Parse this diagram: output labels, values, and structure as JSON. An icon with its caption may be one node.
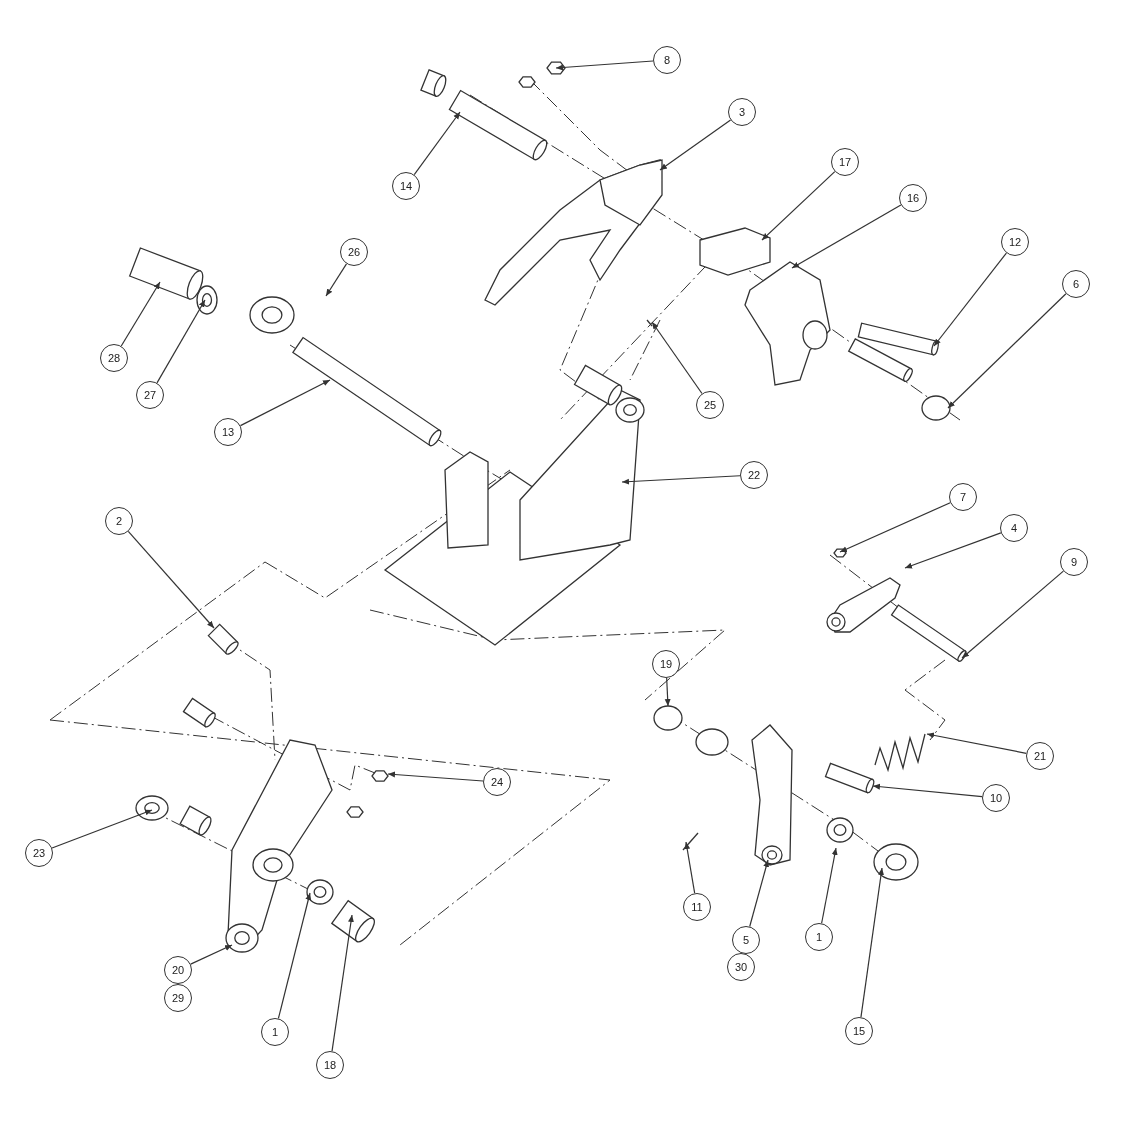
{
  "diagram": {
    "nodes": [
      {
        "text": [
          "8"
        ]
      },
      {
        "text": [
          "3"
        ]
      },
      {
        "text": [
          "14"
        ]
      },
      {
        "text": [
          "17"
        ]
      },
      {
        "text": [
          "16"
        ]
      },
      {
        "text": [
          "26"
        ]
      },
      {
        "text": [
          "12"
        ]
      },
      {
        "text": [
          "6"
        ]
      },
      {
        "text": [
          "28"
        ]
      },
      {
        "text": [
          "25"
        ]
      },
      {
        "text": [
          "27"
        ]
      },
      {
        "text": [
          "13"
        ]
      },
      {
        "text": [
          "22"
        ]
      },
      {
        "text": [
          "7"
        ]
      },
      {
        "text": [
          "4"
        ]
      },
      {
        "text": [
          "2"
        ]
      },
      {
        "text": [
          "9"
        ]
      },
      {
        "text": [
          "19"
        ]
      },
      {
        "text": [
          "21"
        ]
      },
      {
        "text": [
          "24"
        ]
      },
      {
        "text": [
          "10"
        ]
      },
      {
        "text": [
          "23"
        ]
      },
      {
        "text": [
          "11"
        ]
      },
      {
        "text": [
          "5"
        ]
      },
      {
        "text": [
          "1"
        ]
      },
      {
        "text": [
          "30"
        ]
      },
      {
        "text": [
          "20"
        ]
      },
      {
        "text": [
          "29"
        ]
      },
      {
        "text": [
          "15"
        ]
      },
      {
        "text": [
          "1"
        ]
      },
      {
        "text": [
          "18"
        ]
      }
    ],
    "edges": [
      {
        "from": 0,
        "to": null,
        "arrow": "to"
      },
      {
        "from": 1,
        "to": null,
        "arrow": "to"
      },
      {
        "from": 2,
        "to": null,
        "arrow": "to"
      },
      {
        "from": 3,
        "to": null,
        "arrow": "to"
      },
      {
        "from": 4,
        "to": null,
        "arrow": "to"
      },
      {
        "from": 5,
        "to": null,
        "arrow": "to"
      },
      {
        "from": 6,
        "to": null,
        "arrow": "to"
      },
      {
        "from": 7,
        "to": null,
        "arrow": "to"
      },
      {
        "from": 8,
        "to": null,
        "arrow": "to"
      },
      {
        "from": 9,
        "to": null,
        "arrow": "to"
      },
      {
        "from": 10,
        "to": null,
        "arrow": "to"
      },
      {
        "from": 11,
        "to": null,
        "arrow": "to"
      },
      {
        "from": 12,
        "to": null,
        "arrow": "to"
      },
      {
        "from": 13,
        "to": null,
        "arrow": "to"
      },
      {
        "from": 14,
        "to": null,
        "arrow": "to"
      },
      {
        "from": 15,
        "to": null,
        "arrow": "to"
      },
      {
        "from": 16,
        "to": null,
        "arrow": "to"
      },
      {
        "from": 17,
        "to": null,
        "arrow": "to"
      },
      {
        "from": 18,
        "to": null,
        "arrow": "to"
      },
      {
        "from": 19,
        "to": null,
        "arrow": "to"
      },
      {
        "from": 20,
        "to": null,
        "arrow": "to"
      },
      {
        "from": 21,
        "to": null,
        "arrow": "to"
      },
      {
        "from": 22,
        "to": null,
        "arrow": "to"
      },
      {
        "from": 23,
        "to": null,
        "arrow": "to"
      },
      {
        "from": 24,
        "to": null,
        "arrow": "to"
      },
      {
        "from": 26,
        "to": null,
        "arrow": "to"
      },
      {
        "from": 28,
        "to": null,
        "arrow": "to"
      },
      {
        "from": 29,
        "to": null,
        "arrow": "to"
      },
      {
        "from": 30,
        "to": null,
        "arrow": "to"
      }
    ]
  }
}
